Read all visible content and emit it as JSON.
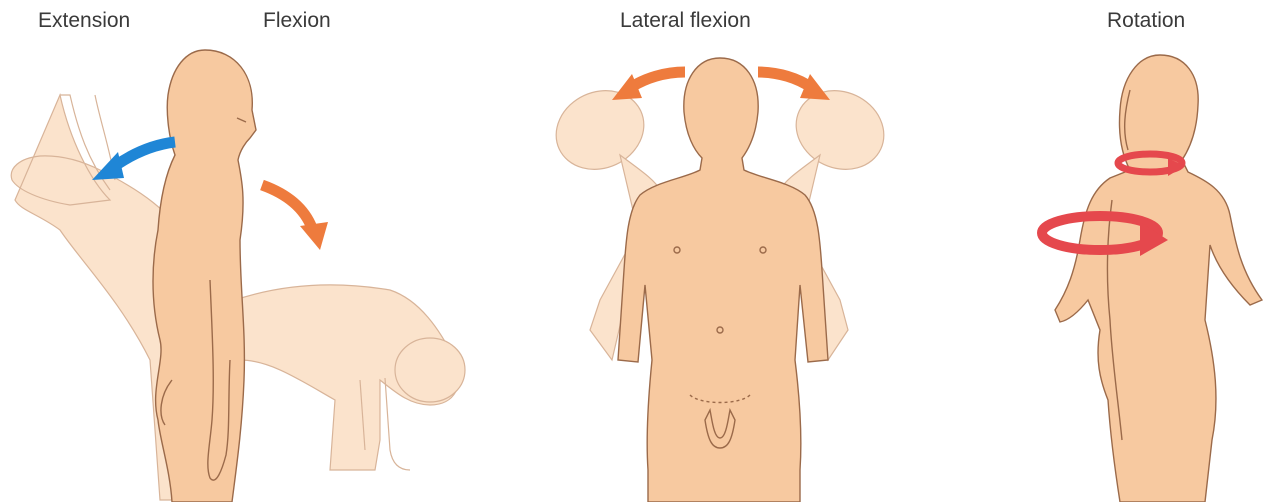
{
  "labels": {
    "extension": "Extension",
    "flexion": "Flexion",
    "lateral_flexion": "Lateral flexion",
    "rotation": "Rotation"
  },
  "colors": {
    "skin": "#f7c9a0",
    "skin_ghost": "#fbe3cc",
    "outline": "#9b6a4a",
    "outline_ghost": "#d8b499",
    "arrow_blue": "#1f86d6",
    "arrow_orange": "#ee7b3d",
    "arrow_red": "#e5484d",
    "text": "#3a3a3a"
  },
  "arrows": [
    {
      "name": "extension-arrow",
      "color": "blue"
    },
    {
      "name": "flexion-arrow",
      "color": "orange"
    },
    {
      "name": "lateral-left-arrow",
      "color": "orange"
    },
    {
      "name": "lateral-right-arrow",
      "color": "orange"
    },
    {
      "name": "head-rotation-arrow",
      "color": "red"
    },
    {
      "name": "trunk-rotation-arrow",
      "color": "red"
    }
  ]
}
